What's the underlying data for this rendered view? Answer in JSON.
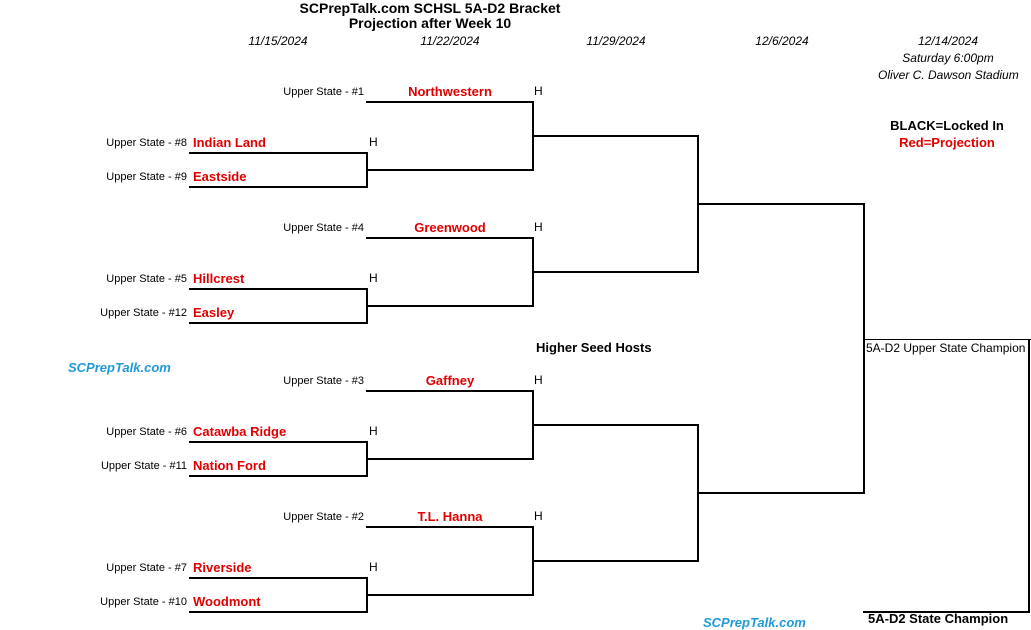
{
  "title_line1": "SCPrepTalk.com SCHSL 5A-D2 Bracket",
  "title_line2": "Projection after Week 10",
  "dates": [
    "11/15/2024",
    "11/22/2024",
    "11/29/2024",
    "12/6/2024",
    "12/14/2024"
  ],
  "final_info": {
    "time": "Saturday 6:00pm",
    "venue": "Oliver C. Dawson Stadium"
  },
  "legend": {
    "locked": "BLACK=Locked In",
    "projection": "Red=Projection"
  },
  "host_note": "Higher Seed Hosts",
  "watermark": "SCPrepTalk.com",
  "home_marker": "H",
  "colors": {
    "projection": "#e00000",
    "watermark": "#1f9ad6",
    "locked": "#000000"
  },
  "round1": [
    {
      "seed": "Upper State - #8",
      "team": "Indian Land"
    },
    {
      "seed": "Upper State - #9",
      "team": "Eastside"
    },
    {
      "seed": "Upper State - #5",
      "team": "Hillcrest"
    },
    {
      "seed": "Upper State - #12",
      "team": "Easley"
    },
    {
      "seed": "Upper State - #6",
      "team": "Catawba Ridge"
    },
    {
      "seed": "Upper State - #11",
      "team": "Nation Ford"
    },
    {
      "seed": "Upper State - #7",
      "team": "Riverside"
    },
    {
      "seed": "Upper State - #10",
      "team": "Woodmont"
    }
  ],
  "byes": [
    {
      "seed": "Upper State - #1",
      "team": "Northwestern"
    },
    {
      "seed": "Upper State - #4",
      "team": "Greenwood"
    },
    {
      "seed": "Upper State - #3",
      "team": "Gaffney"
    },
    {
      "seed": "Upper State - #2",
      "team": "T.L. Hanna"
    }
  ],
  "upper_state_champion": "5A-D2 Upper State Champion",
  "state_champion": "5A-D2 State Champion"
}
